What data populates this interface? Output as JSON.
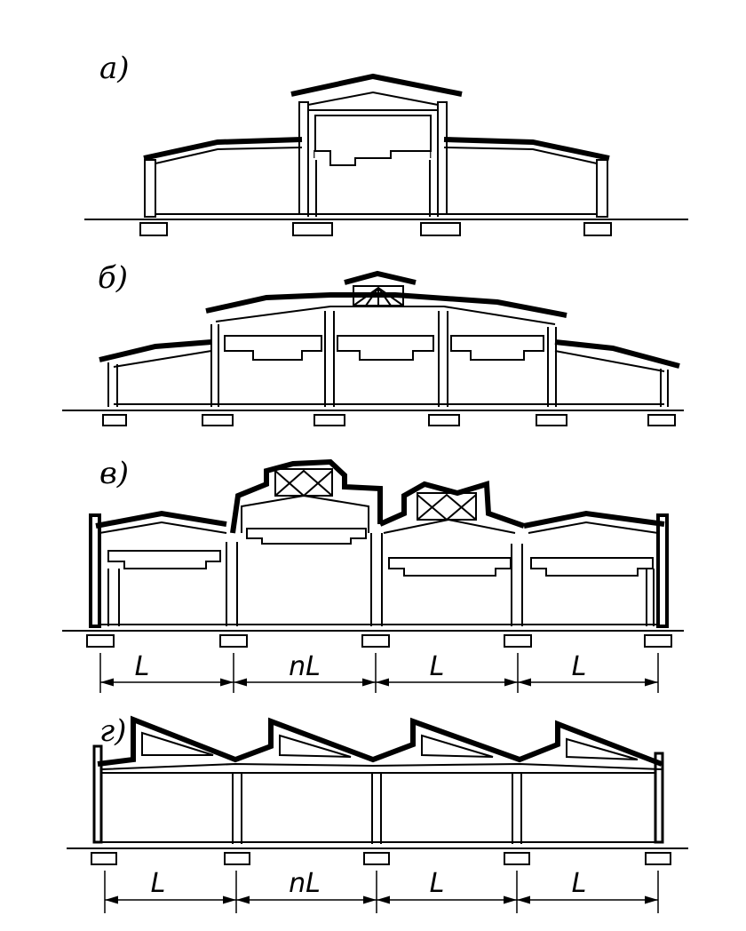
{
  "figure": {
    "sections": [
      {
        "id": "a",
        "label": "а)"
      },
      {
        "id": "b",
        "label": "б)"
      },
      {
        "id": "v",
        "label": "в)",
        "dimensions": [
          "L",
          "nL",
          "L",
          "L"
        ]
      },
      {
        "id": "g",
        "label": "г)",
        "dimensions": [
          "L",
          "nL",
          "L",
          "L"
        ]
      }
    ]
  },
  "colors": {
    "line": "#000000",
    "background": "#ffffff"
  }
}
